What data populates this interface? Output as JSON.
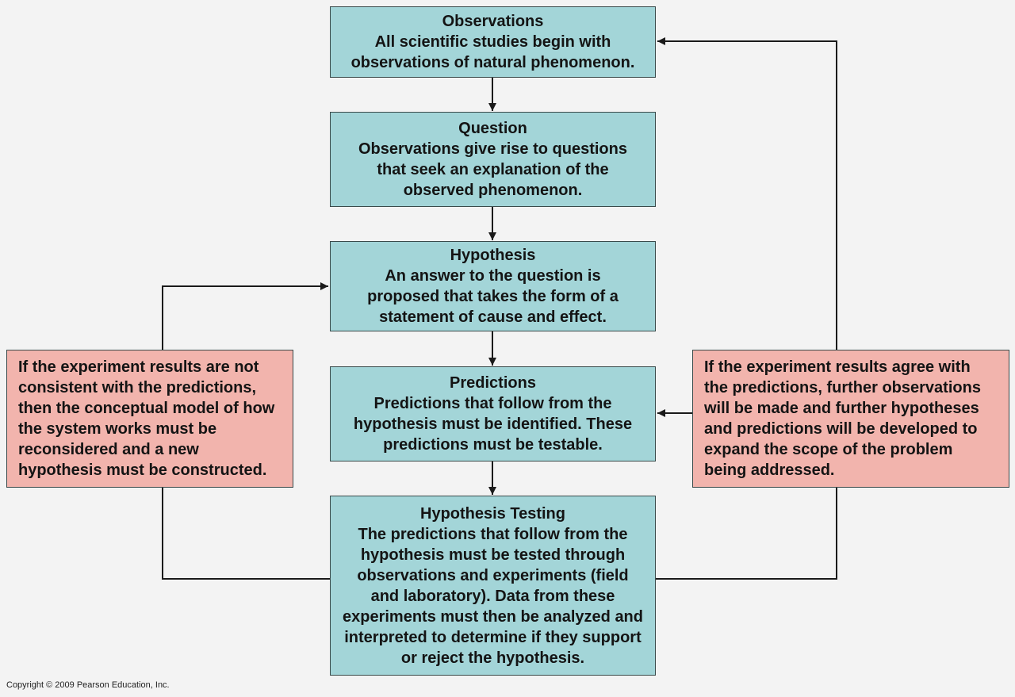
{
  "steps": [
    {
      "title": "Observations",
      "text": "All scientific studies begin with observations of natural phenomenon."
    },
    {
      "title": "Question",
      "text": "Observations give rise to questions that seek an explanation of the observed phenomenon."
    },
    {
      "title": "Hypothesis",
      "text": "An answer to the question is proposed that takes the form of a statement of cause and effect."
    },
    {
      "title": "Predictions",
      "text": "Predictions that follow from the hypothesis must be identified. These predictions must be testable."
    },
    {
      "title": "Hypothesis Testing",
      "text": "The predictions that follow from the hypothesis must be tested through observations and experiments (field and laboratory). Data from these experiments must then be analyzed and interpreted to determine if they support or reject the hypothesis."
    }
  ],
  "outcomes": {
    "reject": "If the experiment results are not consistent with the predictions, then the conceptual model of how the system works must be reconsidered and a new hypothesis must be constructed.",
    "support": "If the experiment results agree with the predictions, further observations will be made and further hypotheses and predictions will be developed to expand the scope of the problem being addressed."
  },
  "copyright": "Copyright © 2009 Pearson Education, Inc.",
  "colors": {
    "step_fill": "#a3d5d8",
    "outcome_fill": "#f2b4ad",
    "connector": "#1a1a1a"
  }
}
